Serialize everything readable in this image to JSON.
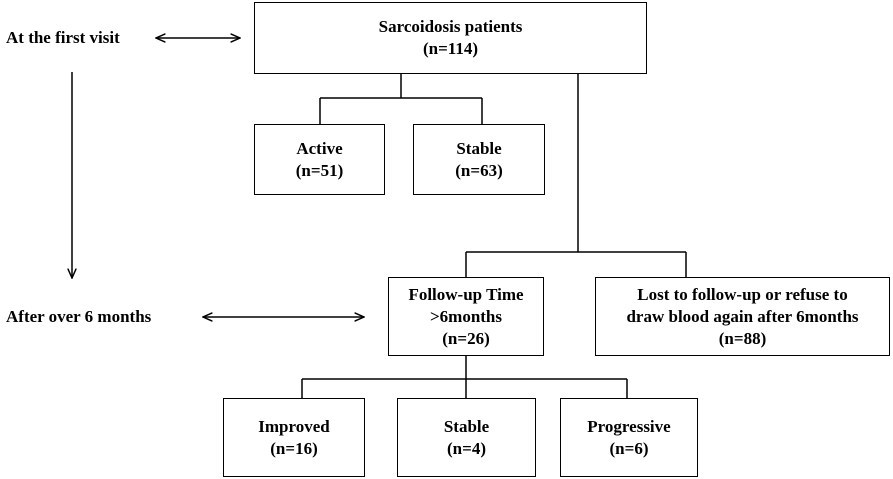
{
  "labels": {
    "first_visit": "At the first visit",
    "after_6_months": "After over 6 months"
  },
  "boxes": {
    "root": {
      "line1": "Sarcoidosis patients",
      "line2": "(n=114)"
    },
    "active": {
      "line1": "Active",
      "line2": "(n=51)"
    },
    "stable_initial": {
      "line1": "Stable",
      "line2": "(n=63)"
    },
    "followup": {
      "line1": "Follow-up Time",
      "line2": ">6months",
      "line3": "(n=26)"
    },
    "lost": {
      "line1": "Lost to follow-up or refuse to",
      "line2": "draw blood again after 6months",
      "line3": "(n=88)"
    },
    "improved": {
      "line1": "Improved",
      "line2": "(n=16)"
    },
    "stable_followup": {
      "line1": "Stable",
      "line2": "(n=4)"
    },
    "progressive": {
      "line1": "Progressive",
      "line2": "(n=6)"
    }
  }
}
